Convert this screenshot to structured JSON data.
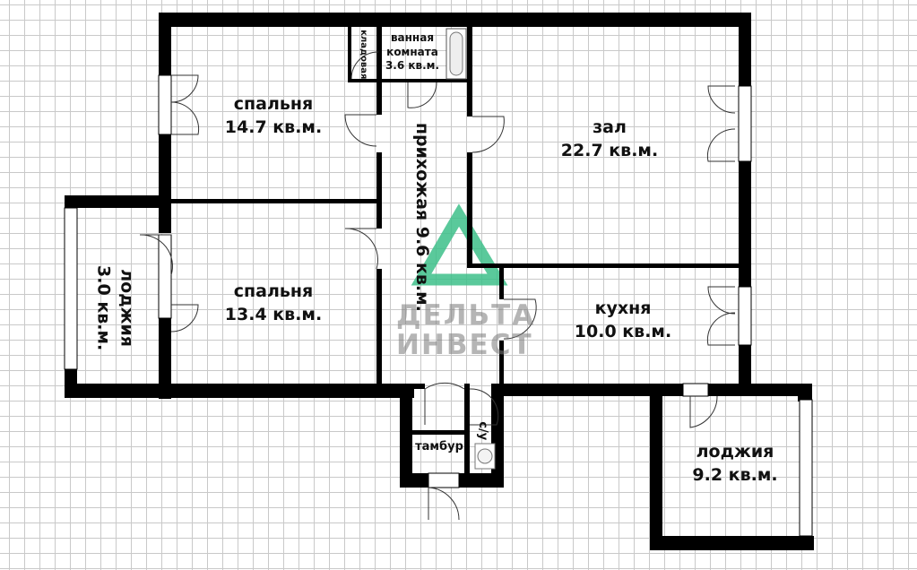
{
  "plan": {
    "rooms": [
      {
        "id": "bedroom1",
        "name": "спальня",
        "area": "14.7 кв.м."
      },
      {
        "id": "bedroom2",
        "name": "спальня",
        "area": "13.4 кв.м."
      },
      {
        "id": "hall",
        "name": "зал",
        "area": "22.7 кв.м."
      },
      {
        "id": "kitchen",
        "name": "кухня",
        "area": "10.0 кв.м."
      },
      {
        "id": "corridor",
        "name": "прихожая",
        "area": "9.6 кв.м."
      },
      {
        "id": "bathroom",
        "name_line1": "ванная",
        "name_line2": "комната",
        "area": "3.6 кв.м."
      },
      {
        "id": "pantry",
        "name": "кладовая"
      },
      {
        "id": "loggia_small",
        "name": "лоджия",
        "area": "3.0 кв.м."
      },
      {
        "id": "loggia_large",
        "name": "лоджия",
        "area": "9.2  кв.м."
      },
      {
        "id": "vestibule",
        "name": "тамбур"
      },
      {
        "id": "wc",
        "name": "с/у"
      }
    ],
    "watermark": {
      "line1": "ДЕЛЬТА",
      "line2": "ИНВЕСТ",
      "logo_color": "#3dbf8a",
      "text_color": "#8a8a8a"
    },
    "colors": {
      "wall": "#000000",
      "grid": "#c9c9c9",
      "background": "#ffffff"
    }
  }
}
